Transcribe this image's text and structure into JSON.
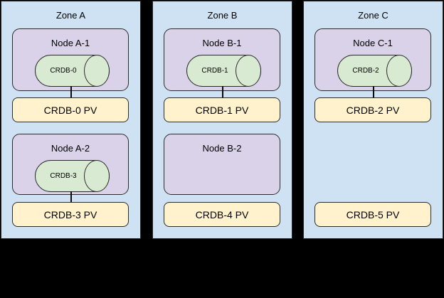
{
  "diagram": {
    "description": "Three-zone CockroachDB node and persistent-volume topology",
    "colors": {
      "background": "#000000",
      "zone_fill": "#cfe2f3",
      "node_fill": "#d9d2e9",
      "pod_fill": "#d9ead3",
      "pv_fill": "#fff2cc",
      "border": "#2b2b2b"
    },
    "zones": [
      {
        "title": "Zone A",
        "nodes": [
          {
            "label": "Node A-1",
            "pod": "CRDB-0"
          },
          {
            "label": "Node A-2",
            "pod": "CRDB-3"
          }
        ],
        "pvs": [
          "CRDB-0 PV",
          "CRDB-3 PV"
        ]
      },
      {
        "title": "Zone B",
        "nodes": [
          {
            "label": "Node B-1",
            "pod": "CRDB-1"
          },
          {
            "label": "Node B-2",
            "pod": null
          }
        ],
        "pvs": [
          "CRDB-1 PV",
          "CRDB-4 PV"
        ]
      },
      {
        "title": "Zone C",
        "nodes": [
          {
            "label": "Node C-1",
            "pod": "CRDB-2"
          }
        ],
        "pvs": [
          "CRDB-2 PV",
          "CRDB-5 PV"
        ]
      }
    ]
  }
}
